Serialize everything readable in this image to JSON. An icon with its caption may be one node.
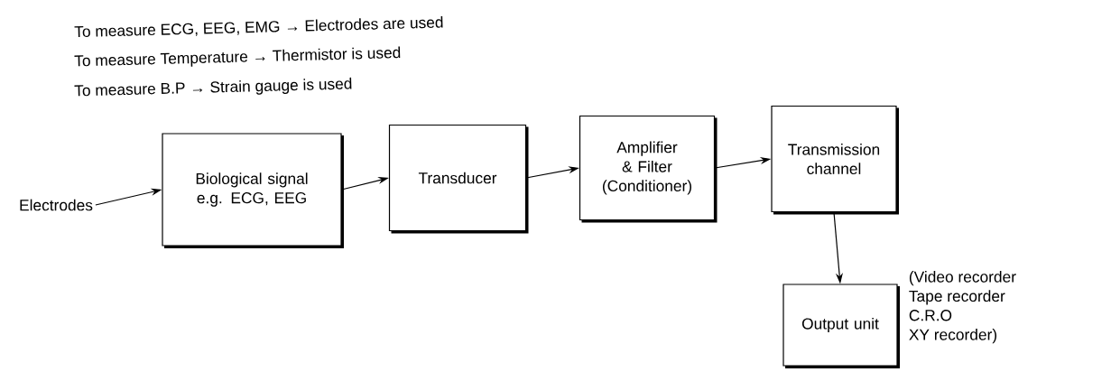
{
  "diagram": {
    "nodes": [
      {
        "text": [
          "Electrodes"
        ]
      },
      {
        "text": [
          "Biological signal e.g. ECG, EEG"
        ]
      },
      {
        "text": [
          "Transducer"
        ]
      },
      {
        "text": [
          "Amplifier & Filter (Conditioner)"
        ]
      },
      {
        "text": [
          "Transmission channel"
        ]
      },
      {
        "text": [
          "Output unit"
        ],
        "beside": [
          "(Video recorder",
          "Tape recorder",
          "C.R.O",
          "XY recorder)"
        ]
      }
    ],
    "edges": [
      {
        "from": 0,
        "to": 1,
        "arrow": "to"
      },
      {
        "from": 1,
        "to": 2,
        "arrow": "to"
      },
      {
        "from": 2,
        "to": 3,
        "arrow": "to"
      },
      {
        "from": 3,
        "to": 4,
        "arrow": "to"
      },
      {
        "from": 4,
        "to": 5,
        "arrow": "to"
      }
    ],
    "labels": [
      "To measure ECG, EEG, EMG → Electrodes are used",
      "To measure Temperature → Thermistor is used",
      "To measure B.P → Strain gauge is used"
    ]
  }
}
